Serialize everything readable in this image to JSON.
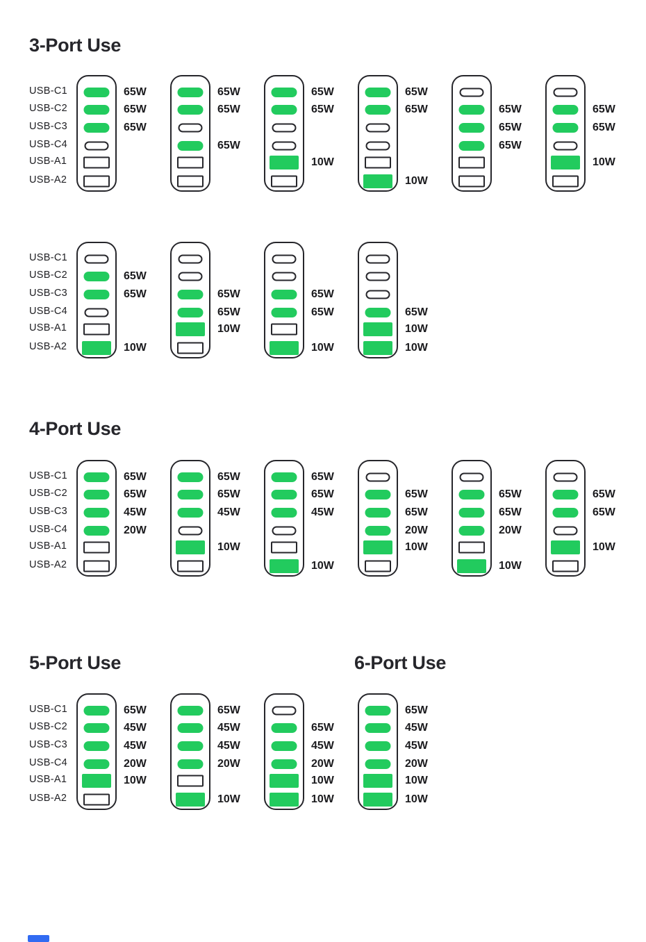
{
  "colors": {
    "green": "#22CB5E",
    "ink": "#26262B",
    "accent_blue": "#316BF2"
  },
  "port_labels": [
    "USB-C1",
    "USB-C2",
    "USB-C3",
    "USB-C4",
    "USB-A1",
    "USB-A2"
  ],
  "sections": [
    {
      "title": "3-Port Use"
    },
    {
      "title": "4-Port Use"
    },
    {
      "title": "5-Port Use"
    },
    {
      "title": "6-Port Use"
    }
  ],
  "rows": [
    {
      "section": "3-Port Use",
      "chargers": [
        {
          "ports": [
            "65W",
            "65W",
            "65W",
            "",
            "",
            ""
          ]
        },
        {
          "ports": [
            "65W",
            "65W",
            "",
            "65W",
            "",
            ""
          ]
        },
        {
          "ports": [
            "65W",
            "65W",
            "",
            "",
            "10W",
            ""
          ]
        },
        {
          "ports": [
            "65W",
            "65W",
            "",
            "",
            "",
            "10W"
          ]
        },
        {
          "ports": [
            "",
            "65W",
            "65W",
            "65W",
            "",
            ""
          ]
        },
        {
          "ports": [
            "",
            "65W",
            "65W",
            "",
            "10W",
            ""
          ]
        }
      ]
    },
    {
      "section": "3-Port Use",
      "chargers": [
        {
          "ports": [
            "",
            "65W",
            "65W",
            "",
            "",
            "10W"
          ]
        },
        {
          "ports": [
            "",
            "",
            "65W",
            "65W",
            "10W",
            ""
          ]
        },
        {
          "ports": [
            "",
            "",
            "65W",
            "65W",
            "",
            "10W"
          ]
        },
        {
          "ports": [
            "",
            "",
            "",
            "65W",
            "10W",
            "10W"
          ]
        }
      ]
    },
    {
      "section": "4-Port Use",
      "chargers": [
        {
          "ports": [
            "65W",
            "65W",
            "45W",
            "20W",
            "",
            ""
          ]
        },
        {
          "ports": [
            "65W",
            "65W",
            "45W",
            "",
            "10W",
            ""
          ]
        },
        {
          "ports": [
            "65W",
            "65W",
            "45W",
            "",
            "",
            "10W"
          ]
        },
        {
          "ports": [
            "",
            "65W",
            "65W",
            "20W",
            "10W",
            ""
          ]
        },
        {
          "ports": [
            "",
            "65W",
            "65W",
            "20W",
            "",
            "10W"
          ]
        },
        {
          "ports": [
            "",
            "65W",
            "65W",
            "",
            "10W",
            ""
          ]
        }
      ]
    },
    {
      "section": "5-Port Use / 6-Port Use",
      "chargers": [
        {
          "ports": [
            "65W",
            "45W",
            "45W",
            "20W",
            "10W",
            ""
          ]
        },
        {
          "ports": [
            "65W",
            "45W",
            "45W",
            "20W",
            "",
            "10W"
          ]
        },
        {
          "ports": [
            "",
            "65W",
            "45W",
            "20W",
            "10W",
            "10W"
          ]
        },
        {
          "ports": [
            "65W",
            "45W",
            "45W",
            "20W",
            "10W",
            "10W"
          ]
        }
      ]
    }
  ]
}
